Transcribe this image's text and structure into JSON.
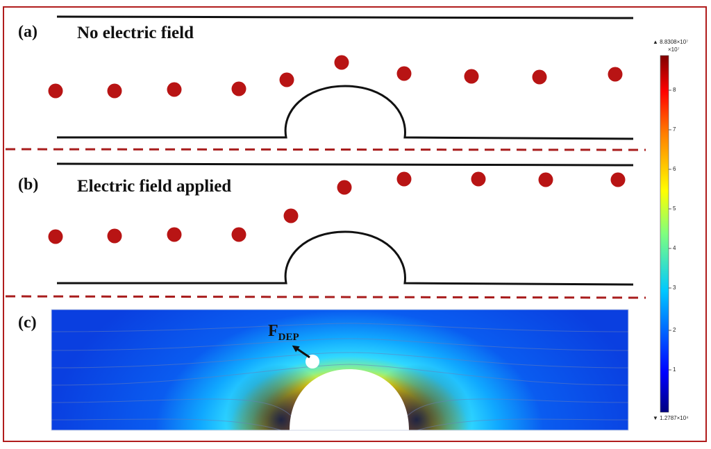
{
  "panels": {
    "a": {
      "label": "(a)",
      "title": "No electric field"
    },
    "b": {
      "label": "(b)",
      "title": "Electric field applied"
    },
    "c": {
      "label": "(c)",
      "force_main": "F",
      "force_sub": "DEP"
    }
  },
  "colorbar": {
    "max_label": "▲ 8.8308×10⁷",
    "unit_label": "×10⁷",
    "min_label": "▼ 1.2787×10⁴",
    "ticks": [
      "8",
      "7",
      "6",
      "5",
      "4",
      "3",
      "2",
      "1"
    ]
  },
  "colors": {
    "frame": "#b01c1c",
    "particle": "#b81414",
    "divider": "#a81c1c"
  }
}
